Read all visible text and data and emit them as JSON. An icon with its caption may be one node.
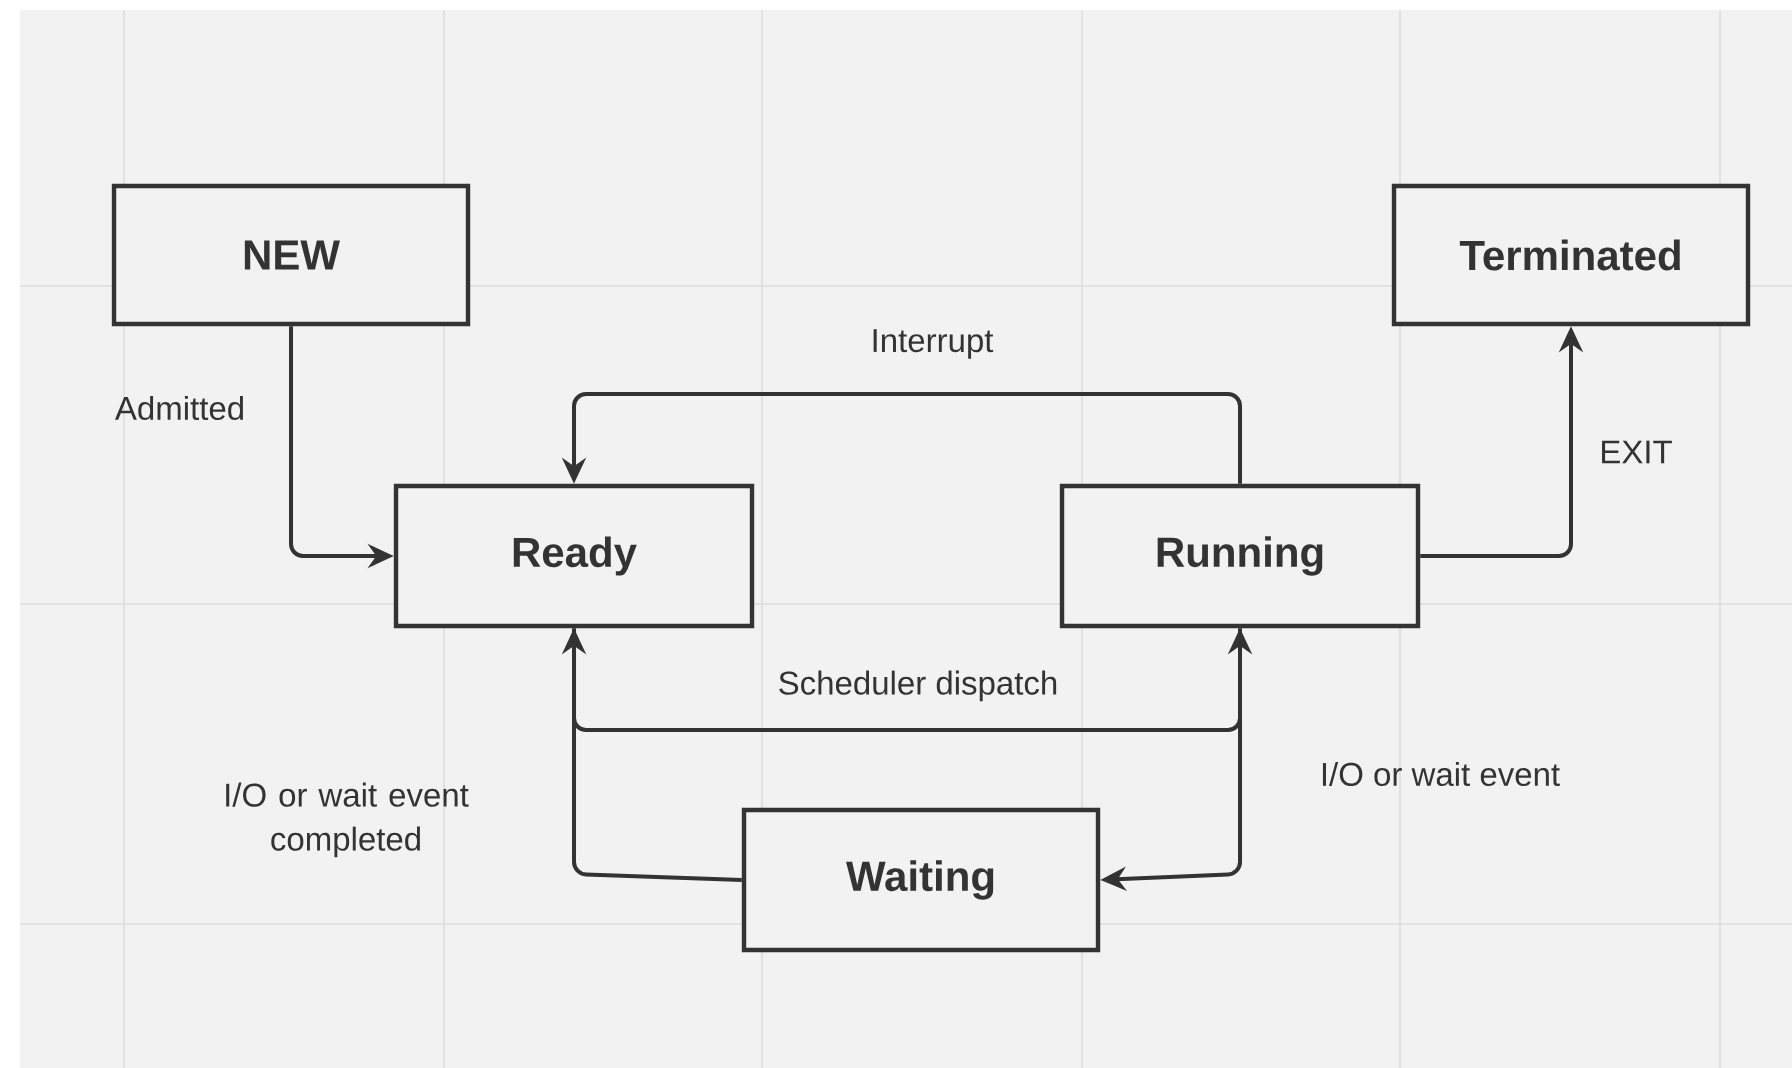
{
  "diagram": {
    "nodes": [
      {
        "text": [
          "NEW"
        ]
      },
      {
        "text": [
          "Ready"
        ]
      },
      {
        "text": [
          "Running"
        ]
      },
      {
        "text": [
          "Terminated"
        ]
      },
      {
        "text": [
          "Waiting"
        ]
      }
    ],
    "edges": [
      {
        "from": 0,
        "to": 1,
        "arrow": "to",
        "label": "Admitted"
      },
      {
        "from": 2,
        "to": 1,
        "arrow": "to",
        "label": "Interrupt"
      },
      {
        "from": 1,
        "to": 2,
        "arrow": "to",
        "label": "Scheduler dispatch"
      },
      {
        "from": 2,
        "to": 4,
        "arrow": "to",
        "label": "I/O or wait event"
      },
      {
        "from": 4,
        "to": 1,
        "arrow": "to",
        "label": "I/O or wait event completed"
      },
      {
        "from": 2,
        "to": 3,
        "arrow": "to",
        "label": "EXIT"
      }
    ]
  }
}
